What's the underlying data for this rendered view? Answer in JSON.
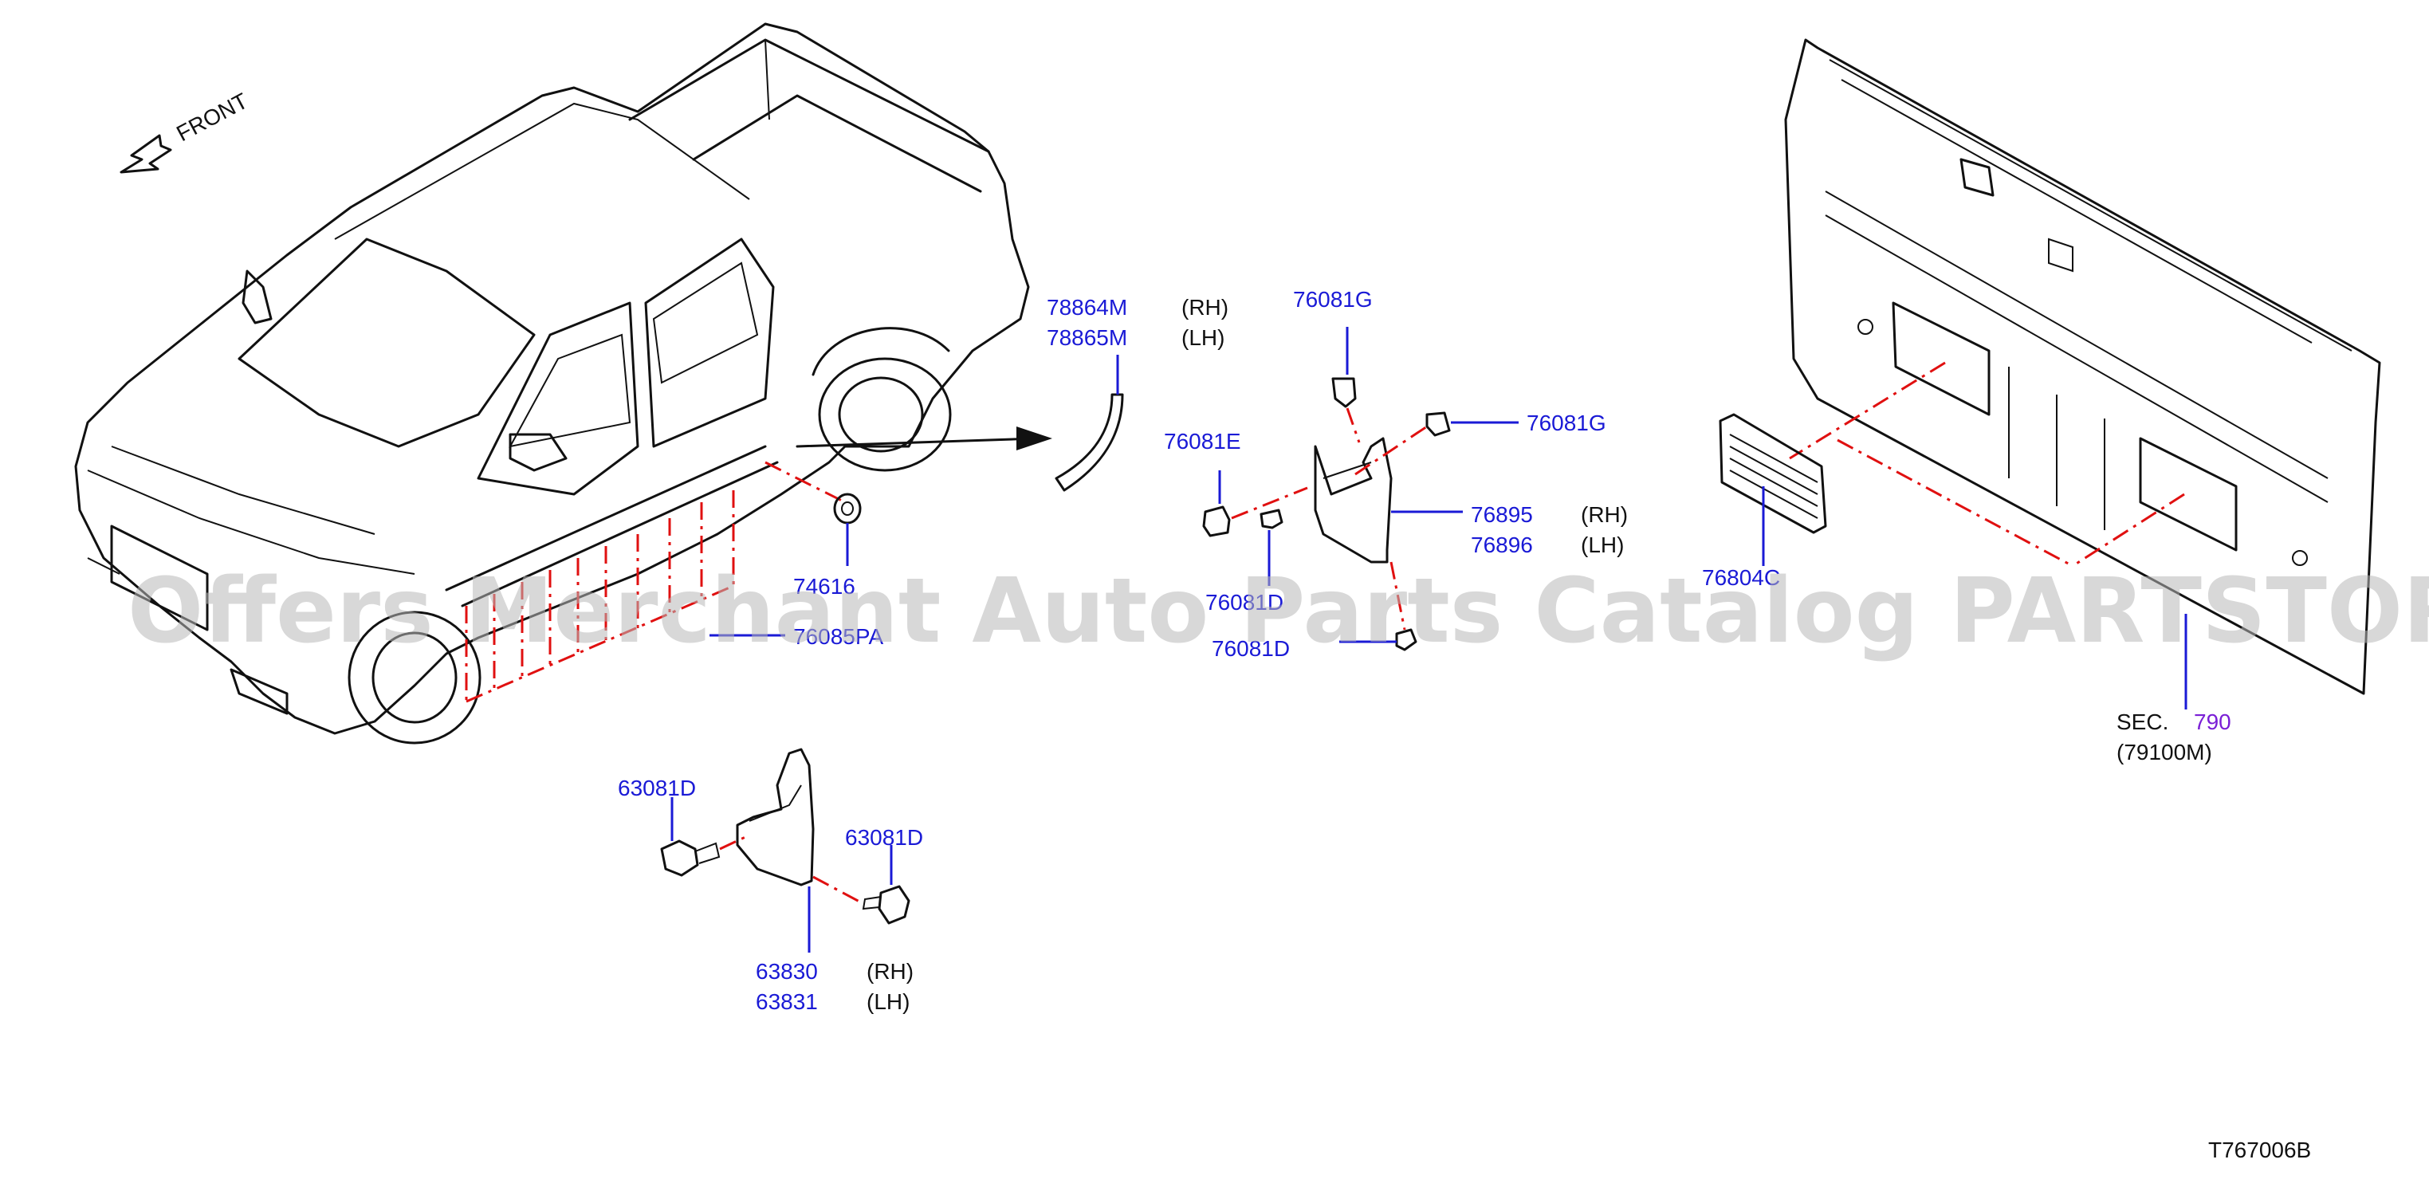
{
  "diagram_code": "T767006B",
  "front_label": "FRONT",
  "watermark": "Offers Merchant Auto Parts Catalog PARTSTORE.SA",
  "sec_label": "SEC.",
  "sec_number": "790",
  "sec_ref": "(79100M)",
  "labels": {
    "p78864M": "78864M",
    "p78865M": "78865M",
    "rh_78864": "(RH)",
    "lh_78865": "(LH)",
    "p76081G_top": "76081G",
    "p76081G_right": "76081G",
    "p76081E": "76081E",
    "p76895": "76895",
    "p76896": "76896",
    "rh_76895": "(RH)",
    "lh_76896": "(LH)",
    "p76081D_a": "76081D",
    "p76081D_b": "76081D",
    "p74616": "74616",
    "p76085PA": "76085PA",
    "p76804C": "76804C",
    "p63081D_left": "63081D",
    "p63081D_right": "63081D",
    "p63830": "63830",
    "p63831": "63831",
    "rh_63830": "(RH)",
    "lh_63831": "(LH)"
  },
  "colors": {
    "part_number": "#1a1ad6",
    "leader": "#1a1ad6",
    "dash_line": "#e01010",
    "section_link": "#7a1fd6",
    "outline": "#111111"
  }
}
